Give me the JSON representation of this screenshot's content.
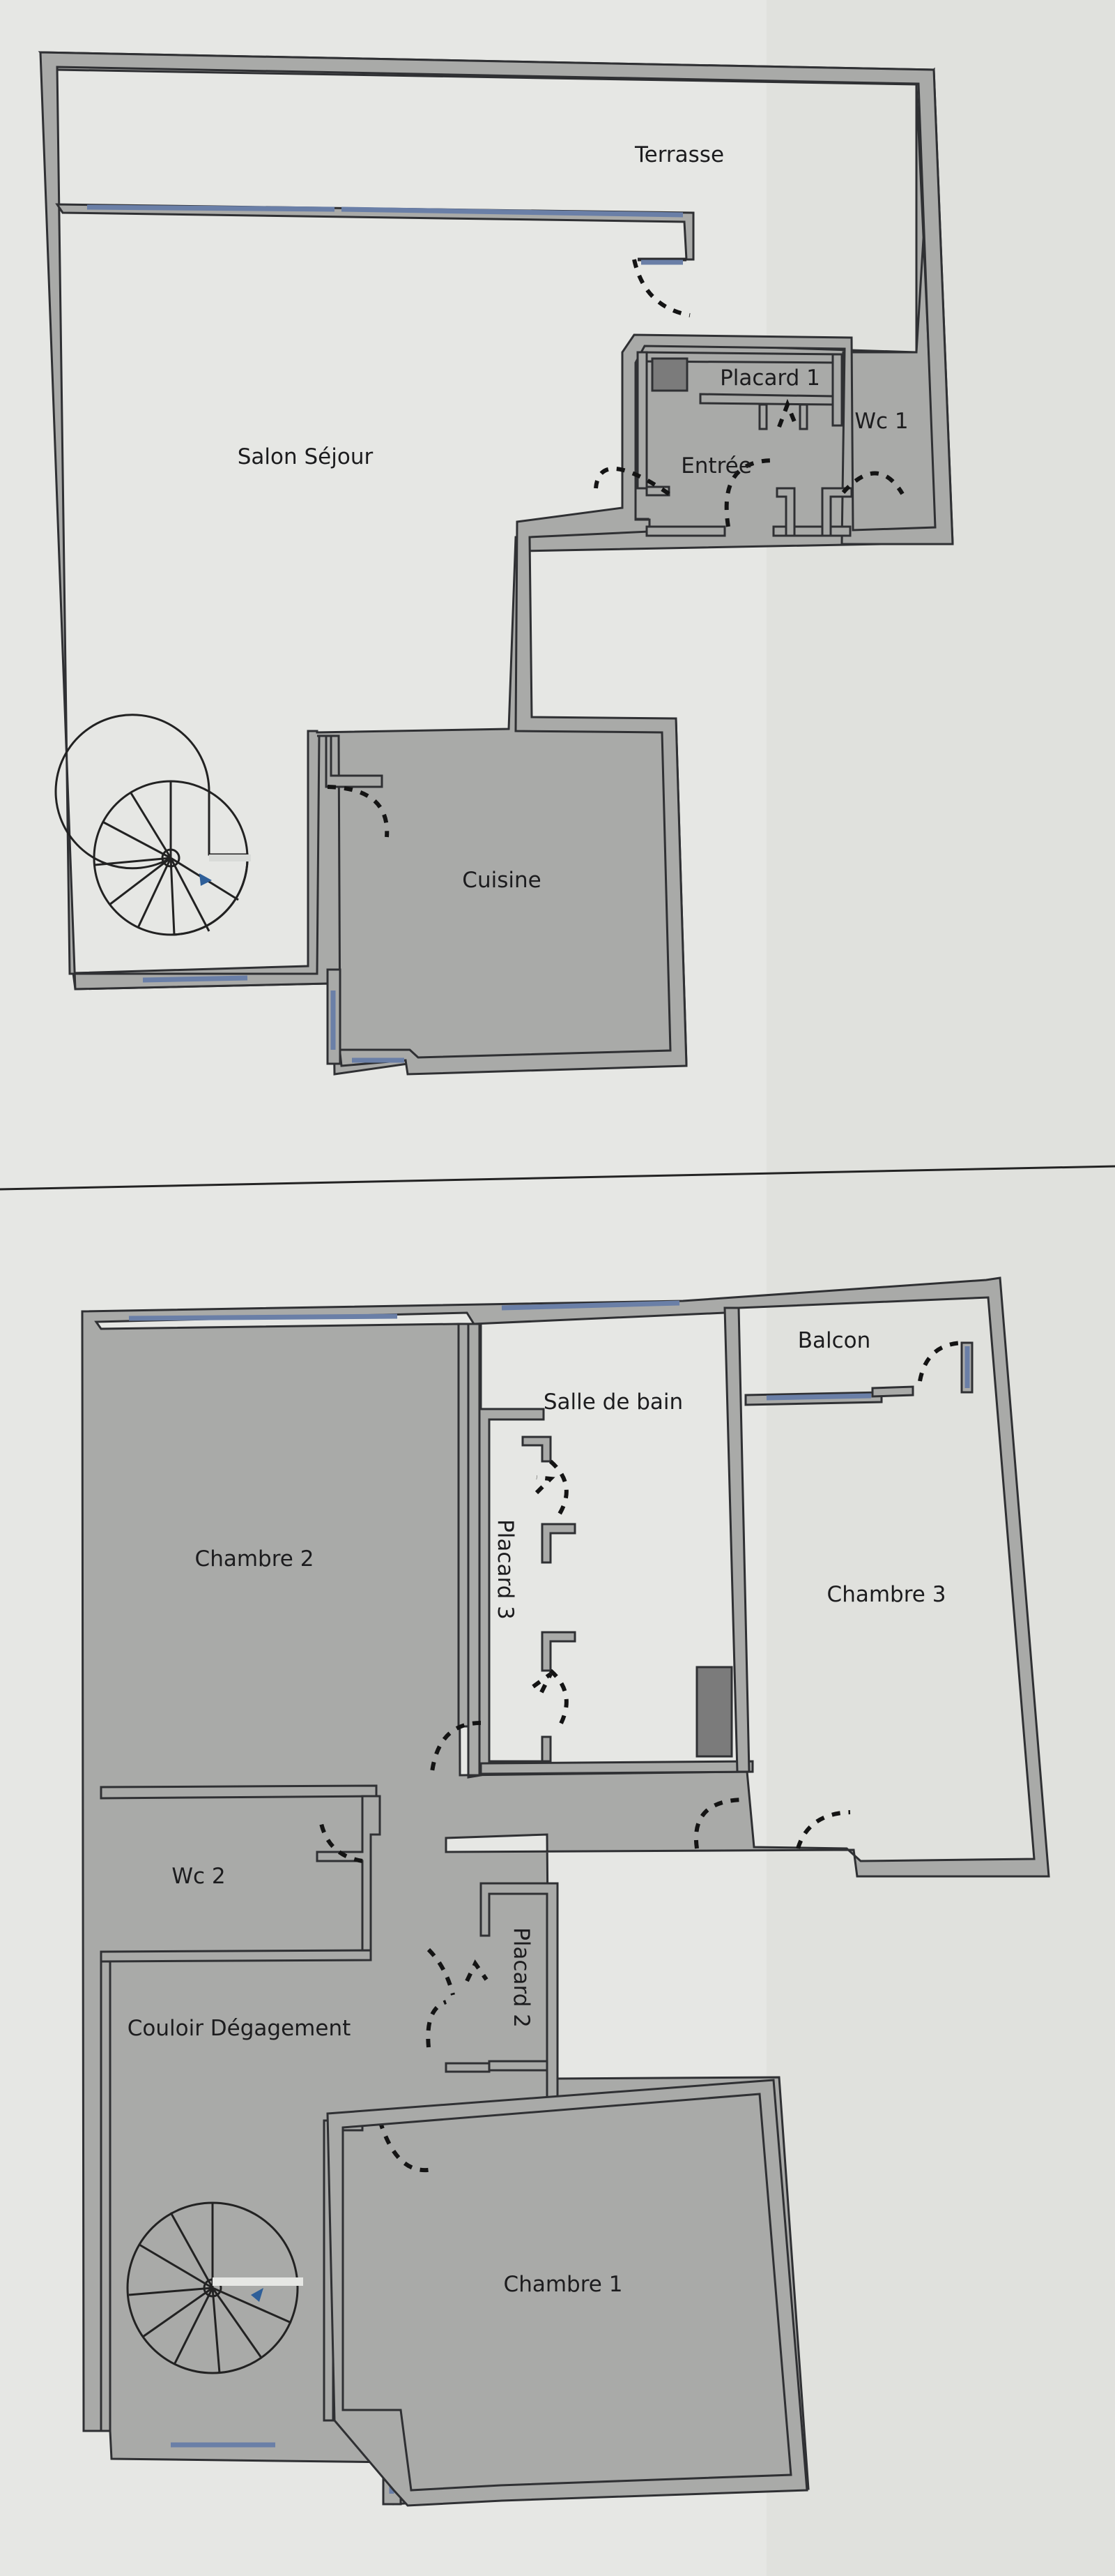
{
  "floor_top": {
    "rooms": {
      "terrasse": "Terrasse",
      "salon": "Salon Séjour",
      "placard1": "Placard 1",
      "wc1": "Wc 1",
      "entree": "Entrée",
      "cuisine": "Cuisine"
    }
  },
  "floor_bottom": {
    "rooms": {
      "balcon": "Balcon",
      "salle_de_bain": "Salle de bain",
      "chambre2": "Chambre 2",
      "placard3": "Placard 3",
      "chambre3": "Chambre 3",
      "wc2": "Wc 2",
      "placard2": "Placard 2",
      "couloir": "Couloir Dégagement",
      "chambre1": "Chambre 1"
    }
  },
  "colors": {
    "wall_fill": "#a9aaa8",
    "wall_outline": "#2f3033",
    "window": "#6a7fa7",
    "stair_marker": "#2e5f99",
    "paper": "#e6e7e4"
  }
}
